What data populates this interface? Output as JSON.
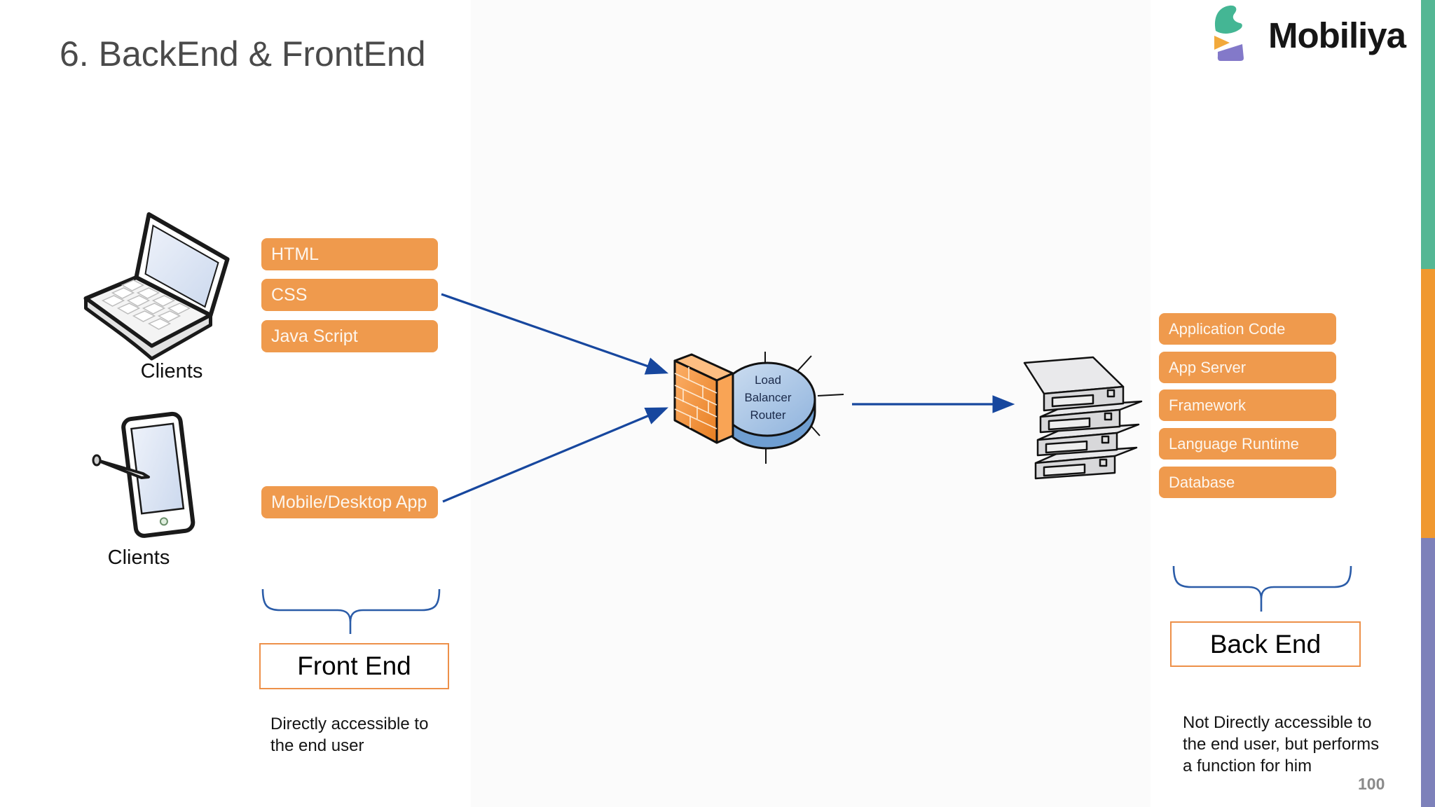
{
  "slide": {
    "title": "6. BackEnd & FrontEnd",
    "page_number": "100"
  },
  "brand": {
    "name": "Mobiliya"
  },
  "clients": {
    "laptop_label": "Clients",
    "tablet_label": "Clients"
  },
  "front_end": {
    "components": [
      "HTML",
      "CSS",
      "Java Script",
      "Mobile/Desktop App"
    ],
    "group_label": "Front End",
    "caption": "Directly accessible to the end user"
  },
  "load_balancer": {
    "label": "Load Balancer Router"
  },
  "back_end": {
    "components": [
      "Application Code",
      "App Server",
      "Framework",
      "Language Runtime",
      "Database"
    ],
    "group_label": "Back End",
    "caption": "Not Directly accessible to the end user, but performs a function for him"
  },
  "colors": {
    "component_box": "#EF9A4D",
    "component_text": "#FDF6EE",
    "arrow_blue": "#17479E",
    "brace_blue": "#2B5CA8",
    "group_box_border": "#ED9049",
    "title_text": "#4A4A4A",
    "page_number": "#8A8A8A",
    "strip_teal": "#54B794",
    "strip_orange": "#F0982F",
    "strip_purple": "#7D81BA",
    "logo_teal": "#44B694",
    "logo_yellow": "#F2A93B",
    "logo_purple": "#8379C9",
    "firewall_orange": "#F08A3C",
    "router_blue": "#9FC0E4"
  }
}
